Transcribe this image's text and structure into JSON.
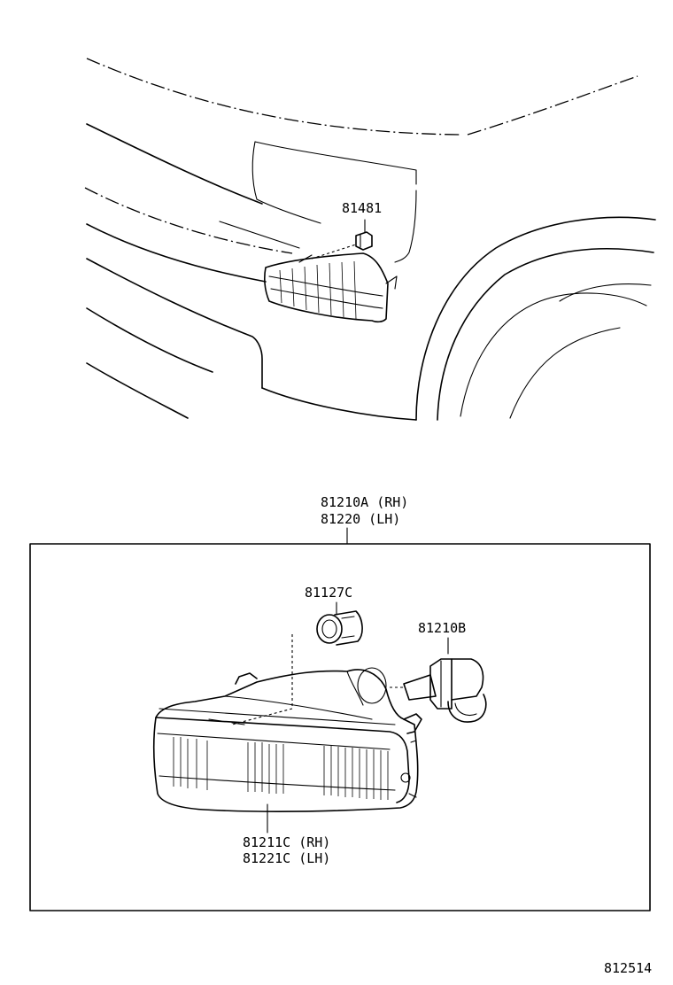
{
  "labels": {
    "clearance_bulb": "81481",
    "assembly_rh": "81210A (RH)",
    "assembly_lh": "81220  (LH)",
    "socket": "81127C",
    "bulb": "81210B",
    "lens_rh": "81211C (RH)",
    "lens_lh": "81221C (LH)",
    "figure_number": "812514"
  }
}
